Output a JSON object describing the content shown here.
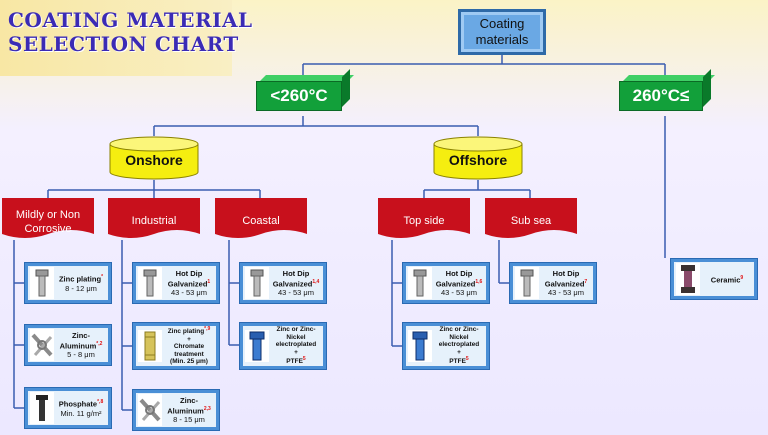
{
  "title": [
    "COATING MATERIAL",
    "SELECTION CHART"
  ],
  "root": [
    "Coating",
    "materials"
  ],
  "temps": {
    "low": "<260°C",
    "high": "260°C≤"
  },
  "environments": {
    "onshore": "Onshore",
    "offshore": "Offshore"
  },
  "categories": {
    "mild": [
      "Mildly or Non",
      "Corrosive"
    ],
    "industrial": "Industrial",
    "coastal": "Coastal",
    "topside": "Top side",
    "subsea": "Sub sea"
  },
  "cards": {
    "mild_zinc": {
      "name": "Zinc plating",
      "sup": "*",
      "spec": "8 - 12 μm",
      "icon": "bolt-icon"
    },
    "mild_znal": {
      "name": [
        "Zinc-",
        "Aluminum"
      ],
      "sup": "*,2",
      "spec": "5 - 8 μm",
      "icon": "washer-screws-icon"
    },
    "mild_phos": {
      "name": "Phosphate",
      "sup": "*,8",
      "spec": "Min. 11 g/m²",
      "icon": "black-bolt-icon"
    },
    "ind_hdg": {
      "name": [
        "Hot Dip",
        "Galvanized"
      ],
      "sup": "1",
      "spec": "43 - 53 μm",
      "icon": "bolt-icon"
    },
    "ind_zincchrom": {
      "name": [
        "Zinc plating",
        "+",
        "Chromate",
        "treatment",
        "(Min. 25 μm)"
      ],
      "sup": "*,9",
      "icon": "gold-stud-icon"
    },
    "ind_znal": {
      "name": [
        "Zinc-",
        "Aluminum"
      ],
      "sup": "2,3",
      "spec": "8 - 15 μm",
      "icon": "washer-screws-icon"
    },
    "coast_hdg": {
      "name": [
        "Hot Dip",
        "Galvanized"
      ],
      "sup": "1,4",
      "spec": "43 - 53 μm",
      "icon": "bolt-icon"
    },
    "coast_zn": {
      "name": [
        "Zinc or Zinc-",
        "Nickel",
        "electroplated",
        "+",
        "PTFE"
      ],
      "sup": "5",
      "icon": "blue-bolt-icon"
    },
    "top_hdg": {
      "name": [
        "Hot Dip",
        "Galvanized"
      ],
      "sup": "1,6",
      "spec": "43 - 53 μm",
      "icon": "bolt-icon"
    },
    "top_zn": {
      "name": [
        "Zinc or Zinc-",
        "Nickel",
        "electroplated",
        "+",
        "PTFE"
      ],
      "sup": "5",
      "icon": "blue-bolt-icon"
    },
    "sub_hdg": {
      "name": [
        "Hot Dip",
        "Galvanized"
      ],
      "sup": "7",
      "spec": "43 - 53 μm",
      "icon": "bolt-icon"
    },
    "ceramic": {
      "name": "Ceramic",
      "sup": "9",
      "icon": "ceramic-bolt-icon"
    }
  },
  "colors": {
    "green": "#12a03a",
    "red": "#c8101c",
    "yellow": "#f5ee10",
    "blue": "#4a8fd6",
    "title": "#3b2bb5"
  }
}
